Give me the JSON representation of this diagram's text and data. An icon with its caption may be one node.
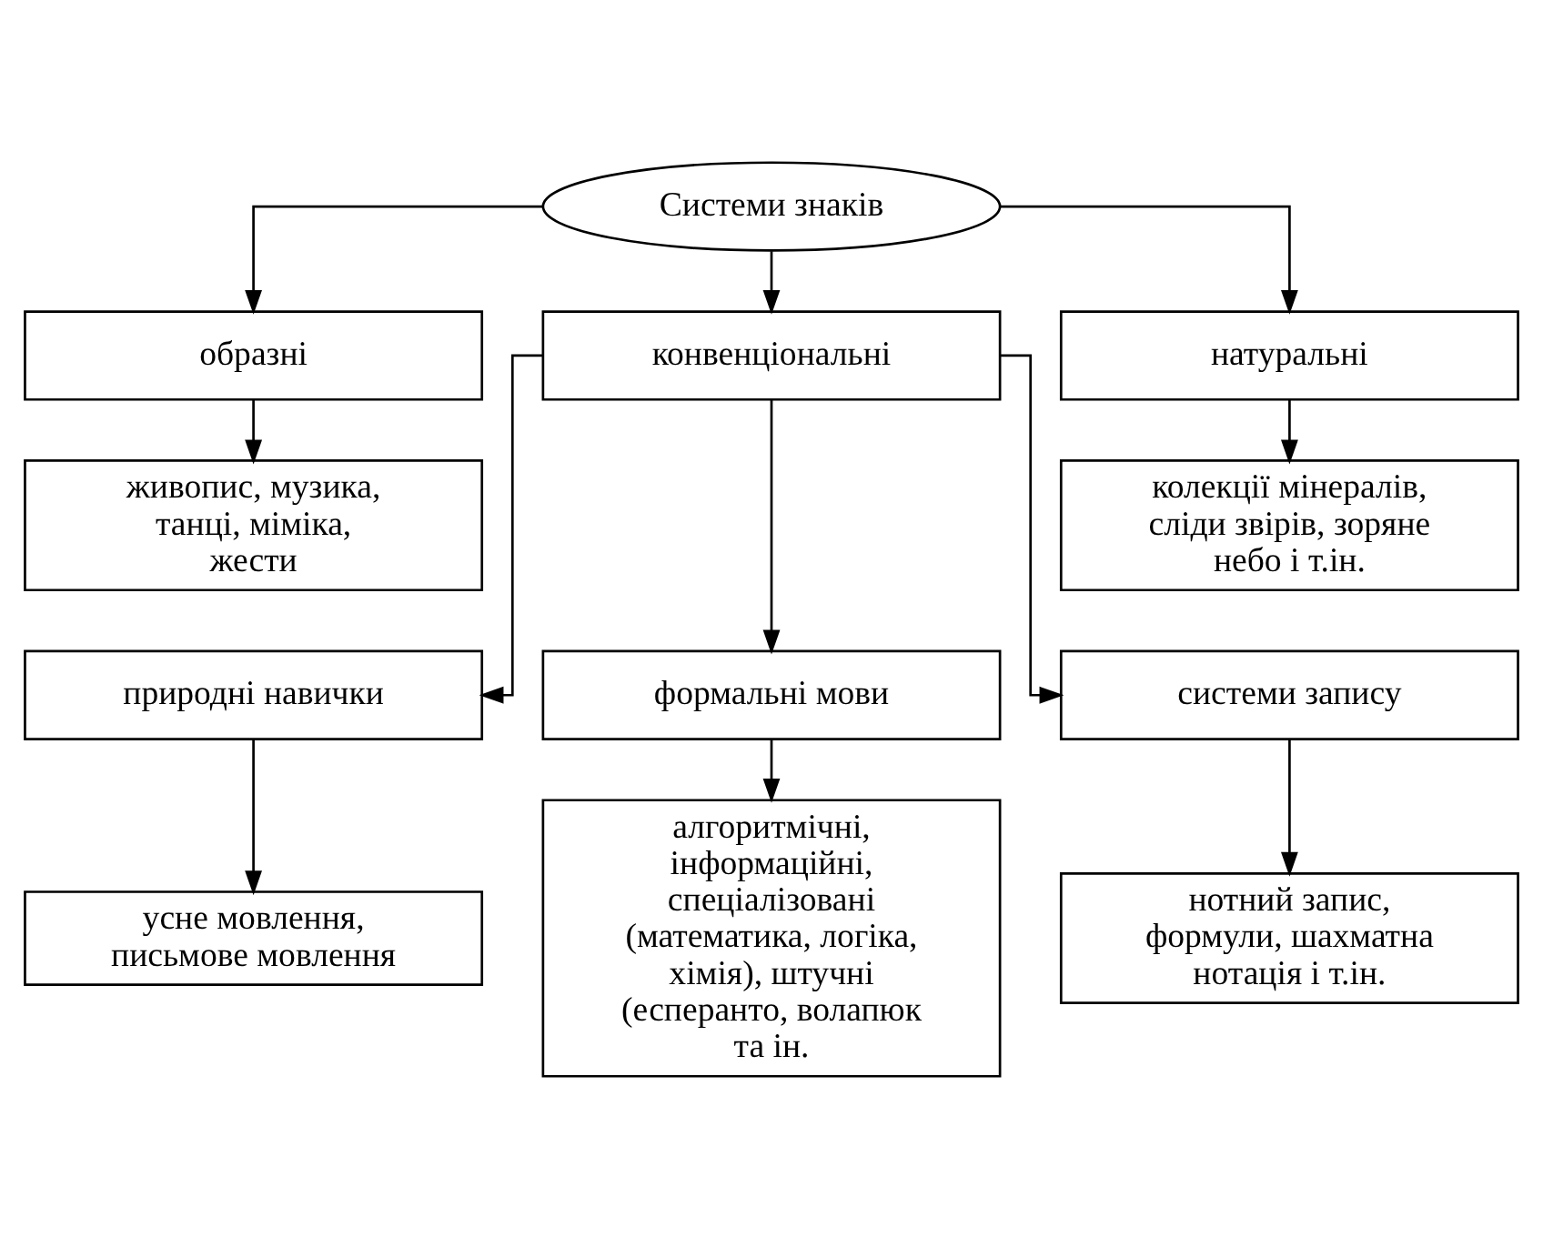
{
  "diagram": {
    "nodes": [
      {
        "text": [
          "Системи знаків"
        ]
      },
      {
        "text": [
          "образні"
        ]
      },
      {
        "text": [
          "конвенціональні"
        ]
      },
      {
        "text": [
          "натуральні"
        ]
      },
      {
        "text": [
          "живопис, музика, танці, міміка, жести"
        ]
      },
      {
        "text": [
          "колекції мінералів, сліди звірів, зоряне небо і т.ін."
        ]
      },
      {
        "text": [
          "природні навички"
        ]
      },
      {
        "text": [
          "формальні мови"
        ]
      },
      {
        "text": [
          "системи запису"
        ]
      },
      {
        "text": [
          "усне мовлення, письмове мовлення"
        ]
      },
      {
        "text": [
          "алгоритмічні, інформаційні, спеціалізовані (математика, логіка, хімія), штучні (есперанто, волапюк та ін."
        ]
      },
      {
        "text": [
          "нотний запис, формули, шахматна нотація і т.ін."
        ]
      }
    ],
    "edges": [
      {
        "from": 0,
        "to": 1,
        "arrow": "to"
      },
      {
        "from": 0,
        "to": 2,
        "arrow": "to"
      },
      {
        "from": 0,
        "to": 3,
        "arrow": "to"
      },
      {
        "from": 1,
        "to": 4,
        "arrow": "to"
      },
      {
        "from": 3,
        "to": 5,
        "arrow": "to"
      },
      {
        "from": 2,
        "to": 6,
        "arrow": "to"
      },
      {
        "from": 2,
        "to": 7,
        "arrow": "to"
      },
      {
        "from": 2,
        "to": 8,
        "arrow": "to"
      },
      {
        "from": 6,
        "to": 9,
        "arrow": "to"
      },
      {
        "from": 7,
        "to": 10,
        "arrow": "to"
      },
      {
        "from": 8,
        "to": 11,
        "arrow": "to"
      }
    ]
  }
}
